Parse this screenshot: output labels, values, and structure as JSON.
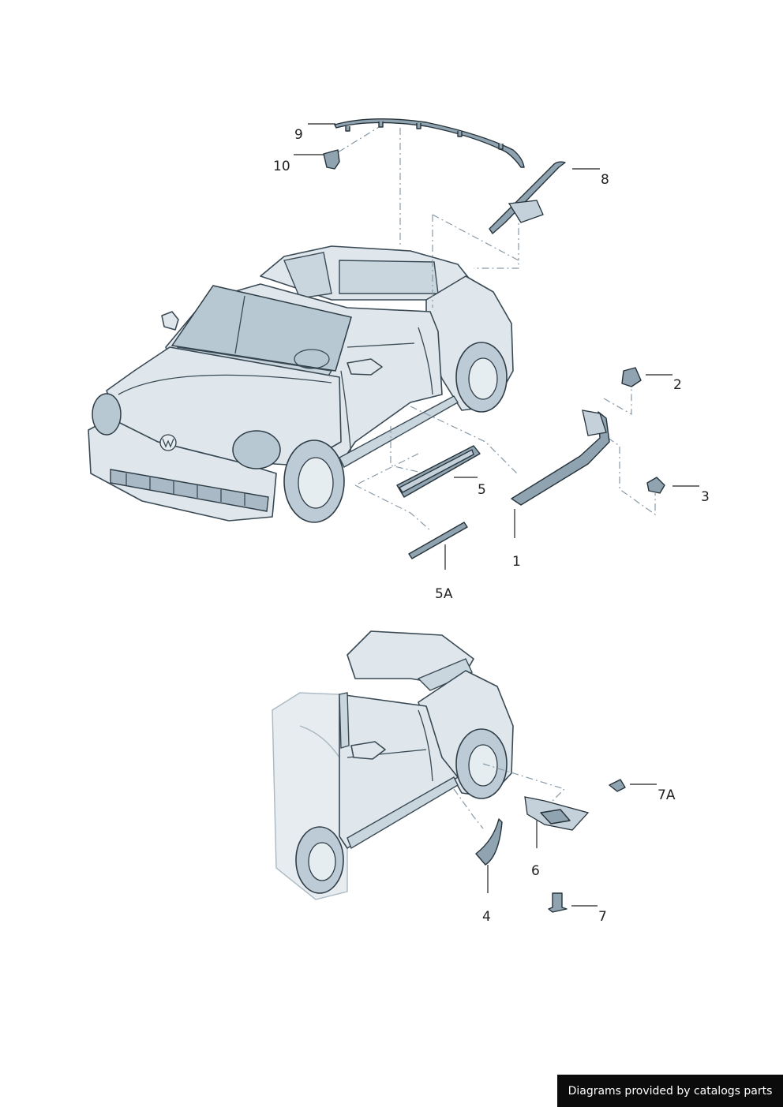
{
  "callouts": {
    "c1": "1",
    "c2": "2",
    "c3": "3",
    "c4": "4",
    "c5": "5",
    "c5a": "5A",
    "c6": "6",
    "c7": "7",
    "c7a": "7A",
    "c8": "8",
    "c9": "9",
    "c10": "10"
  },
  "credit": "Diagrams provided by catalogs parts",
  "colors": {
    "body": "#dfe7ec",
    "outline": "#3a4a55",
    "part": "#8fa3b1",
    "dash": "#8899a6"
  }
}
